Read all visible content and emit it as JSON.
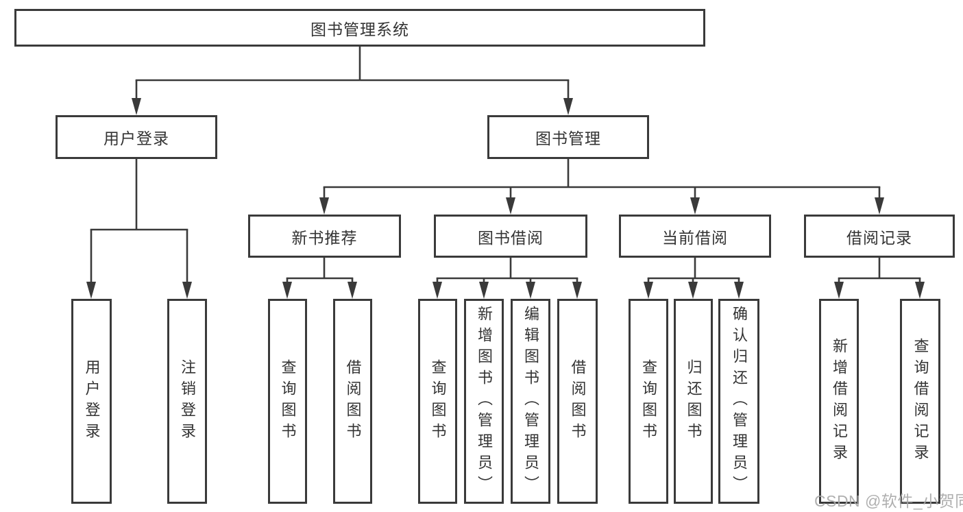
{
  "diagram": {
    "root": {
      "label": "图书管理系统"
    },
    "level1": [
      {
        "label": "用户登录"
      },
      {
        "label": "图书管理"
      }
    ],
    "level2": [
      {
        "label": "新书推荐"
      },
      {
        "label": "图书借阅"
      },
      {
        "label": "当前借阅"
      },
      {
        "label": "借阅记录"
      }
    ],
    "leaves": {
      "user_login": [
        "用户登录",
        "注销登录"
      ],
      "new_book_recommend": [
        "查询图书",
        "借阅图书"
      ],
      "book_borrow": [
        "查询图书",
        "新增图书（管理员）",
        "编辑图书（管理员）",
        "借阅图书"
      ],
      "current_borrow": [
        "查询图书",
        "归还图书",
        "确认归还（管理员）"
      ],
      "borrow_record": [
        "新增借阅记录",
        "查询借阅记录"
      ]
    }
  },
  "watermark": {
    "text": "CSDN @软件_小贺同学"
  },
  "colors": {
    "line": "#3a3a3a",
    "border": "#3a3a3a",
    "text": "#333333",
    "background": "#ffffff",
    "watermark": "#a8a8a8"
  }
}
